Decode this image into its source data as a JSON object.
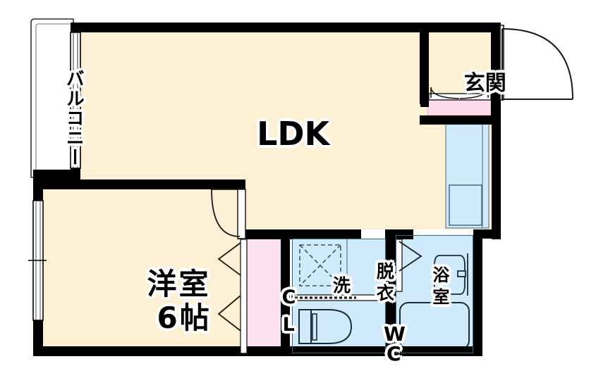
{
  "plan": {
    "type": "floor-plan",
    "layout_code": "1LDK",
    "colors": {
      "wall": "#000000",
      "room_floor": "#fdf0d5",
      "water_area": "#cfeafb",
      "closet": "#fbe2ee",
      "entrance_step": "#fbd9e8",
      "outline": "#1a1a1a",
      "background": "#ffffff",
      "fixture_stroke": "#2c3e50"
    },
    "rooms": [
      {
        "id": "ldk",
        "label": "LDK",
        "kind": "living-dining-kitchen"
      },
      {
        "id": "bedroom",
        "label": "洋室",
        "size_label": "6帖",
        "kind": "western-room"
      },
      {
        "id": "balcony",
        "label": "バルコニー",
        "kind": "balcony",
        "orientation": "vertical"
      },
      {
        "id": "entrance",
        "label": "玄関",
        "kind": "entrance"
      },
      {
        "id": "closet",
        "label": "CL",
        "kind": "closet",
        "lines": [
          "C",
          "L"
        ]
      },
      {
        "id": "washer",
        "label": "洗",
        "kind": "washing-machine-space"
      },
      {
        "id": "datsui",
        "label": "脱衣",
        "kind": "changing-room",
        "lines": [
          "脱",
          "衣"
        ]
      },
      {
        "id": "bath",
        "label": "浴室",
        "kind": "bathroom",
        "lines": [
          "浴",
          "室"
        ]
      },
      {
        "id": "wc",
        "label": "WC",
        "kind": "toilet",
        "lines": [
          "W",
          "C"
        ]
      }
    ],
    "labels": {
      "ldk": "LDK",
      "balcony": "バルコニー",
      "entrance": "玄関",
      "bedroom_name": "洋室",
      "bedroom_size": "6帖",
      "closet_line1": "C",
      "closet_line2": "L",
      "washer": "洗",
      "datsui_line1": "脱",
      "datsui_line2": "衣",
      "bath_line1": "浴",
      "bath_line2": "室",
      "wc_line1": "W",
      "wc_line2": "C"
    },
    "fixtures": [
      {
        "name": "kitchen-counter",
        "room": "ldk"
      },
      {
        "name": "kitchen-sink",
        "room": "ldk"
      },
      {
        "name": "toilet",
        "room": "wc"
      },
      {
        "name": "bathtub",
        "room": "bath"
      },
      {
        "name": "vanity-sink",
        "room": "bath"
      },
      {
        "name": "washer-pan",
        "room": "washer"
      }
    ],
    "openings": [
      {
        "name": "entrance-door",
        "type": "hinged-door",
        "swing": "out-right"
      },
      {
        "name": "bedroom-door",
        "type": "hinged-door",
        "swing": "in-left"
      },
      {
        "name": "balcony-window",
        "type": "sliding-glass"
      },
      {
        "name": "bedroom-window",
        "type": "sliding-window"
      },
      {
        "name": "closet-door",
        "type": "folding-door"
      },
      {
        "name": "bath-door",
        "type": "folding-door"
      },
      {
        "name": "wc-door",
        "type": "sliding-door"
      },
      {
        "name": "entrance-inner-door",
        "type": "double-swing"
      }
    ]
  }
}
